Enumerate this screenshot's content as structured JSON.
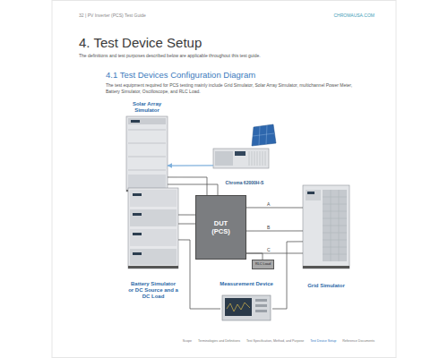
{
  "diagram": {
    "title": "4. Test Device Setup",
    "nodes": [
      {
        "text": [
          "Solar Array Simulator"
        ]
      },
      {
        "text": [
          "Chroma 62000H-S"
        ]
      },
      {
        "text": [
          "Battery Simulator or DC Source and a DC Load"
        ]
      },
      {
        "text": [
          "DUT (PCS)"
        ]
      },
      {
        "text": [
          "Grid Simulator"
        ]
      },
      {
        "text": [
          "RLC Load"
        ]
      },
      {
        "text": [
          "Measurement Device"
        ]
      }
    ],
    "edges": [
      {
        "from": 1,
        "to": 0,
        "arrow": "to"
      },
      {
        "from": 0,
        "to": 3,
        "arrow": "none"
      },
      {
        "from": 2,
        "to": 3,
        "arrow": "none"
      },
      {
        "from": 3,
        "to": 4,
        "label": "A",
        "arrow": "none"
      },
      {
        "from": 3,
        "to": 4,
        "label": "B",
        "arrow": "none"
      },
      {
        "from": 3,
        "to": 4,
        "label": "C",
        "arrow": "none"
      },
      {
        "from": 3,
        "to": 5,
        "arrow": "none"
      },
      {
        "from": 2,
        "to": 6,
        "arrow": "none"
      },
      {
        "from": 4,
        "to": 6,
        "arrow": "none"
      }
    ],
    "labels": [
      "32 | PV Inverter (PCS) Test Guide",
      "CHROMAUSA.COM",
      "The definitions and test purposes described below are applicable throughout this test guide.",
      "4.1 Test Devices Configuration Diagram",
      "The test equipment required for PCS testing mainly include Grid Simulator, Solar Array Simulator, multichannel Power Meter, Battery Simulator, Oscilloscope, and RLC Load.",
      "Scope",
      "Terminologies and Definitions",
      "Test Specification, Method, and Purpose",
      "Test Device Setup",
      "Reference Documents"
    ]
  }
}
